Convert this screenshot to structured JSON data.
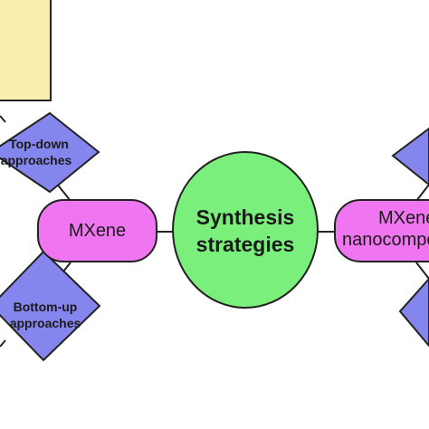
{
  "diagram": {
    "center": {
      "line1": "Synthesis",
      "line2": "strategies"
    },
    "left_node": {
      "label": "MXene"
    },
    "right_node": {
      "line1": "MXene",
      "line2": "nanocompo"
    },
    "top_left_diamond": {
      "line1": "Top-down",
      "line2": "approaches"
    },
    "bottom_left_diamond": {
      "line1": "Bottom-up",
      "line2": "approaches"
    }
  },
  "colors": {
    "center_fill": "#7bef7b",
    "pill_fill": "#f075f0",
    "diamond_fill": "#8585ee",
    "box_fill": "#fbeeb0",
    "stroke": "#222222"
  }
}
